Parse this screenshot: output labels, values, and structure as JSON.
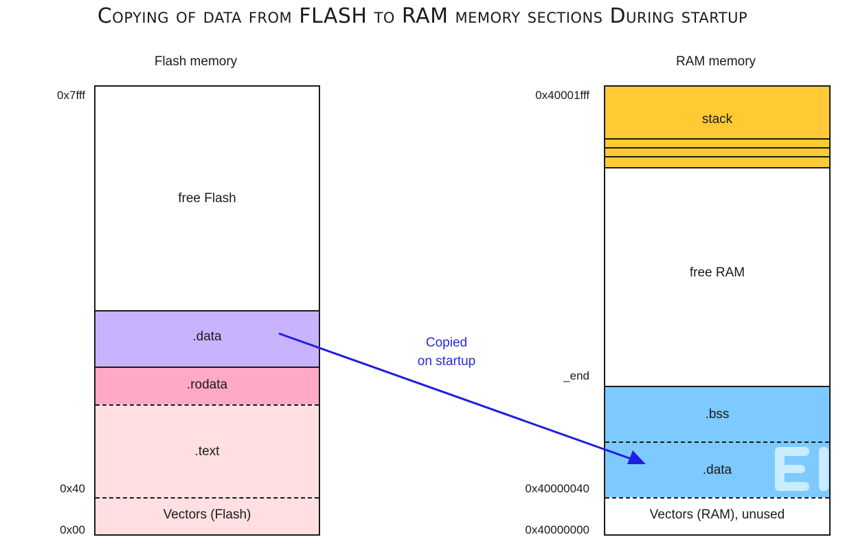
{
  "title": "Copying of data from FLASH to RAM memory sections During startup",
  "flash": {
    "heading": "Flash memory",
    "addresses": {
      "top": "0x7fff",
      "vectors_top": "0x40",
      "bottom": "0x00"
    },
    "sections": [
      {
        "id": "free",
        "label": "free Flash",
        "color": "#ffffff"
      },
      {
        "id": "data",
        "label": ".data",
        "color": "#c9b3ff"
      },
      {
        "id": "rodata",
        "label": ".rodata",
        "color": "#ffa9c6"
      },
      {
        "id": "text",
        "label": ".text",
        "color": "#ffdfe2"
      },
      {
        "id": "vectors",
        "label": "Vectors (Flash)",
        "color": "#ffdfe2"
      }
    ]
  },
  "ram": {
    "heading": "RAM memory",
    "addresses": {
      "top": "0x40001fff",
      "end": "_end",
      "vectors_top": "0x40000040",
      "bottom": "0x40000000"
    },
    "sections": [
      {
        "id": "stack",
        "label": "stack",
        "color": "#ffca33"
      },
      {
        "id": "free",
        "label": "free RAM",
        "color": "#ffffff"
      },
      {
        "id": "bss",
        "label": ".bss",
        "color": "#7ec9ff"
      },
      {
        "id": "data",
        "label": ".data",
        "color": "#7ec9ff"
      },
      {
        "id": "vectors",
        "label": "Vectors (RAM), unused",
        "color": "#ffffff"
      }
    ]
  },
  "arrow": {
    "label_line1": "Copied",
    "label_line2": "on startup",
    "color": "#1f1fe0"
  },
  "watermark": {
    "text": "EI",
    "color": "#c9ecff"
  }
}
